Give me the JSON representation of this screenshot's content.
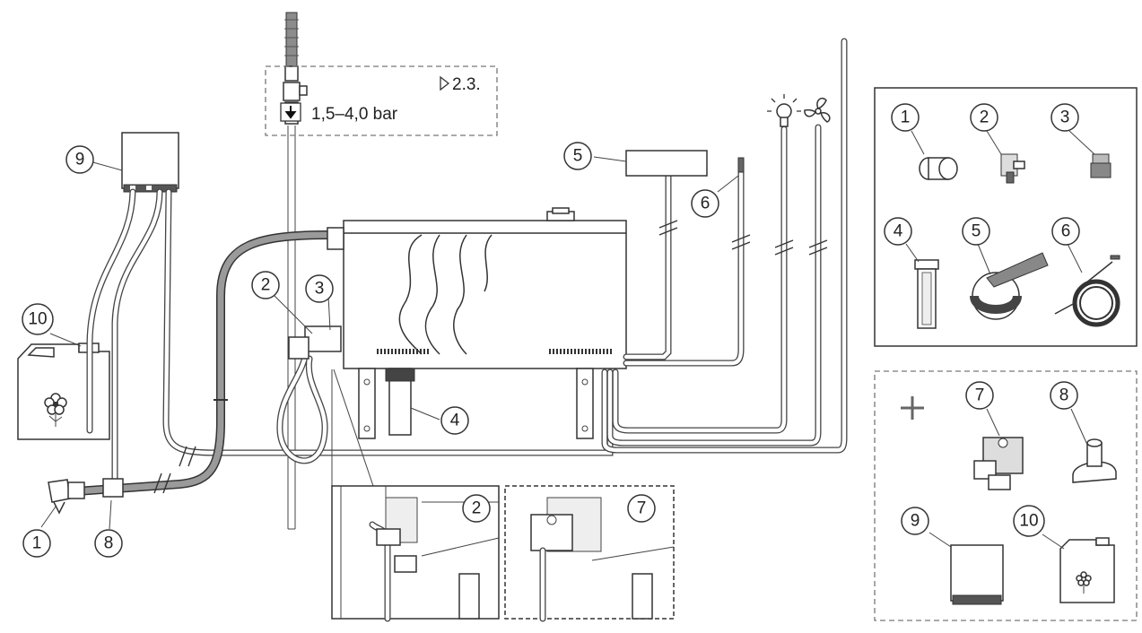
{
  "pressure_box": {
    "reference": "2.3.",
    "pressure": "1,5–4,0 bar"
  },
  "icons": {
    "reference_marker": "triangle-right-icon",
    "flow_direction": "arrow-down-icon",
    "light": "light-bulb-icon",
    "fan": "fan-icon",
    "detergent": "flower-icon",
    "optional": "plus-icon"
  },
  "callouts": {
    "main": [
      {
        "id": "main-1",
        "label": "1"
      },
      {
        "id": "main-2",
        "label": "2"
      },
      {
        "id": "main-3",
        "label": "3"
      },
      {
        "id": "main-4",
        "label": "4"
      },
      {
        "id": "main-5",
        "label": "5"
      },
      {
        "id": "main-6",
        "label": "6"
      },
      {
        "id": "main-8",
        "label": "8"
      },
      {
        "id": "main-9",
        "label": "9"
      },
      {
        "id": "main-10",
        "label": "10"
      }
    ],
    "detail": [
      {
        "id": "detail-2",
        "label": "2"
      },
      {
        "id": "detail-7",
        "label": "7"
      }
    ],
    "included_parts": [
      {
        "id": "inc-1",
        "label": "1"
      },
      {
        "id": "inc-2",
        "label": "2"
      },
      {
        "id": "inc-3",
        "label": "3"
      },
      {
        "id": "inc-4",
        "label": "4"
      },
      {
        "id": "inc-5",
        "label": "5"
      },
      {
        "id": "inc-6",
        "label": "6"
      }
    ],
    "optional_parts": [
      {
        "id": "opt-7",
        "label": "7"
      },
      {
        "id": "opt-8",
        "label": "8"
      },
      {
        "id": "opt-9",
        "label": "9"
      },
      {
        "id": "opt-10",
        "label": "10"
      }
    ]
  }
}
